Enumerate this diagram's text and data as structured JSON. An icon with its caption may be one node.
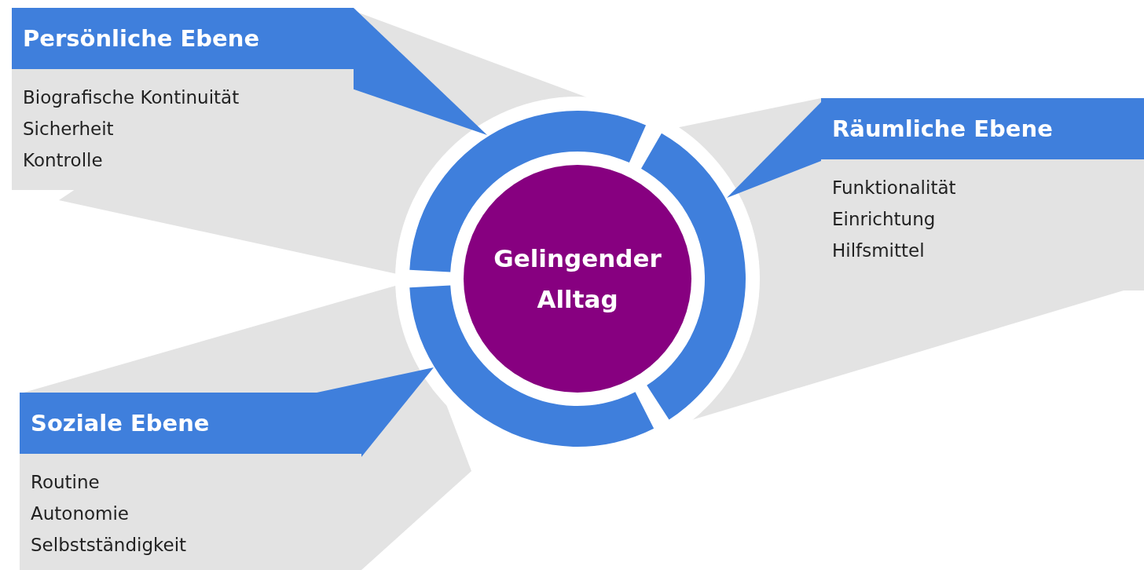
{
  "diagram": {
    "nodes": [
      {
        "text": [
          "Gelingender Alltag"
        ]
      },
      {
        "text": [
          "Persönliche Ebene",
          "Biografische Kontinuität",
          "Sicherheit",
          "Kontrolle"
        ]
      },
      {
        "text": [
          "Räumliche Ebene",
          "Funktionalität",
          "Einrichtung",
          "Hilfsmittel"
        ]
      },
      {
        "text": [
          "Soziale Ebene",
          "Routine",
          "Autonomie",
          "Selbstständigkeit"
        ]
      }
    ]
  }
}
